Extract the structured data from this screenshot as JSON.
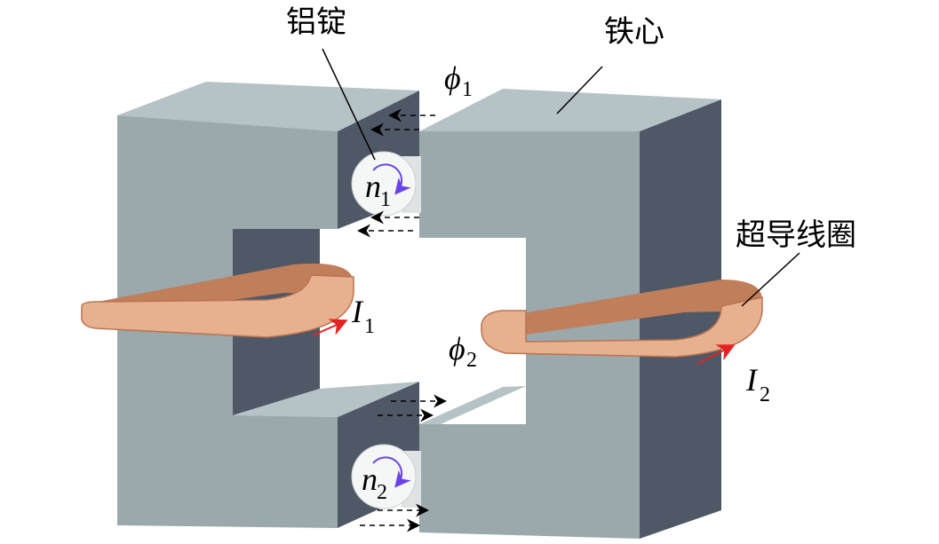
{
  "labels": {
    "aluminum_ingot": "铝锭",
    "iron_core": "铁心",
    "superconducting_coil": "超导线圈",
    "phi1": {
      "symbol": "ϕ",
      "sub": "1"
    },
    "phi2": {
      "symbol": "ϕ",
      "sub": "2"
    },
    "n1": {
      "symbol": "n",
      "sub": "1"
    },
    "n2": {
      "symbol": "n",
      "sub": "2"
    },
    "I1": {
      "symbol": "I",
      "sub": "1"
    },
    "I2": {
      "symbol": "I",
      "sub": "2"
    }
  },
  "colors": {
    "core_front": "#9ba8ac",
    "core_top": "#b5c2c6",
    "core_side": "#4f5866",
    "coil": "#e7b08e",
    "coil_dark": "#c07e5a",
    "ingot": "#f5f7f7",
    "rotation_arrow": "#6a43e8",
    "current_arrow": "#e52222"
  }
}
